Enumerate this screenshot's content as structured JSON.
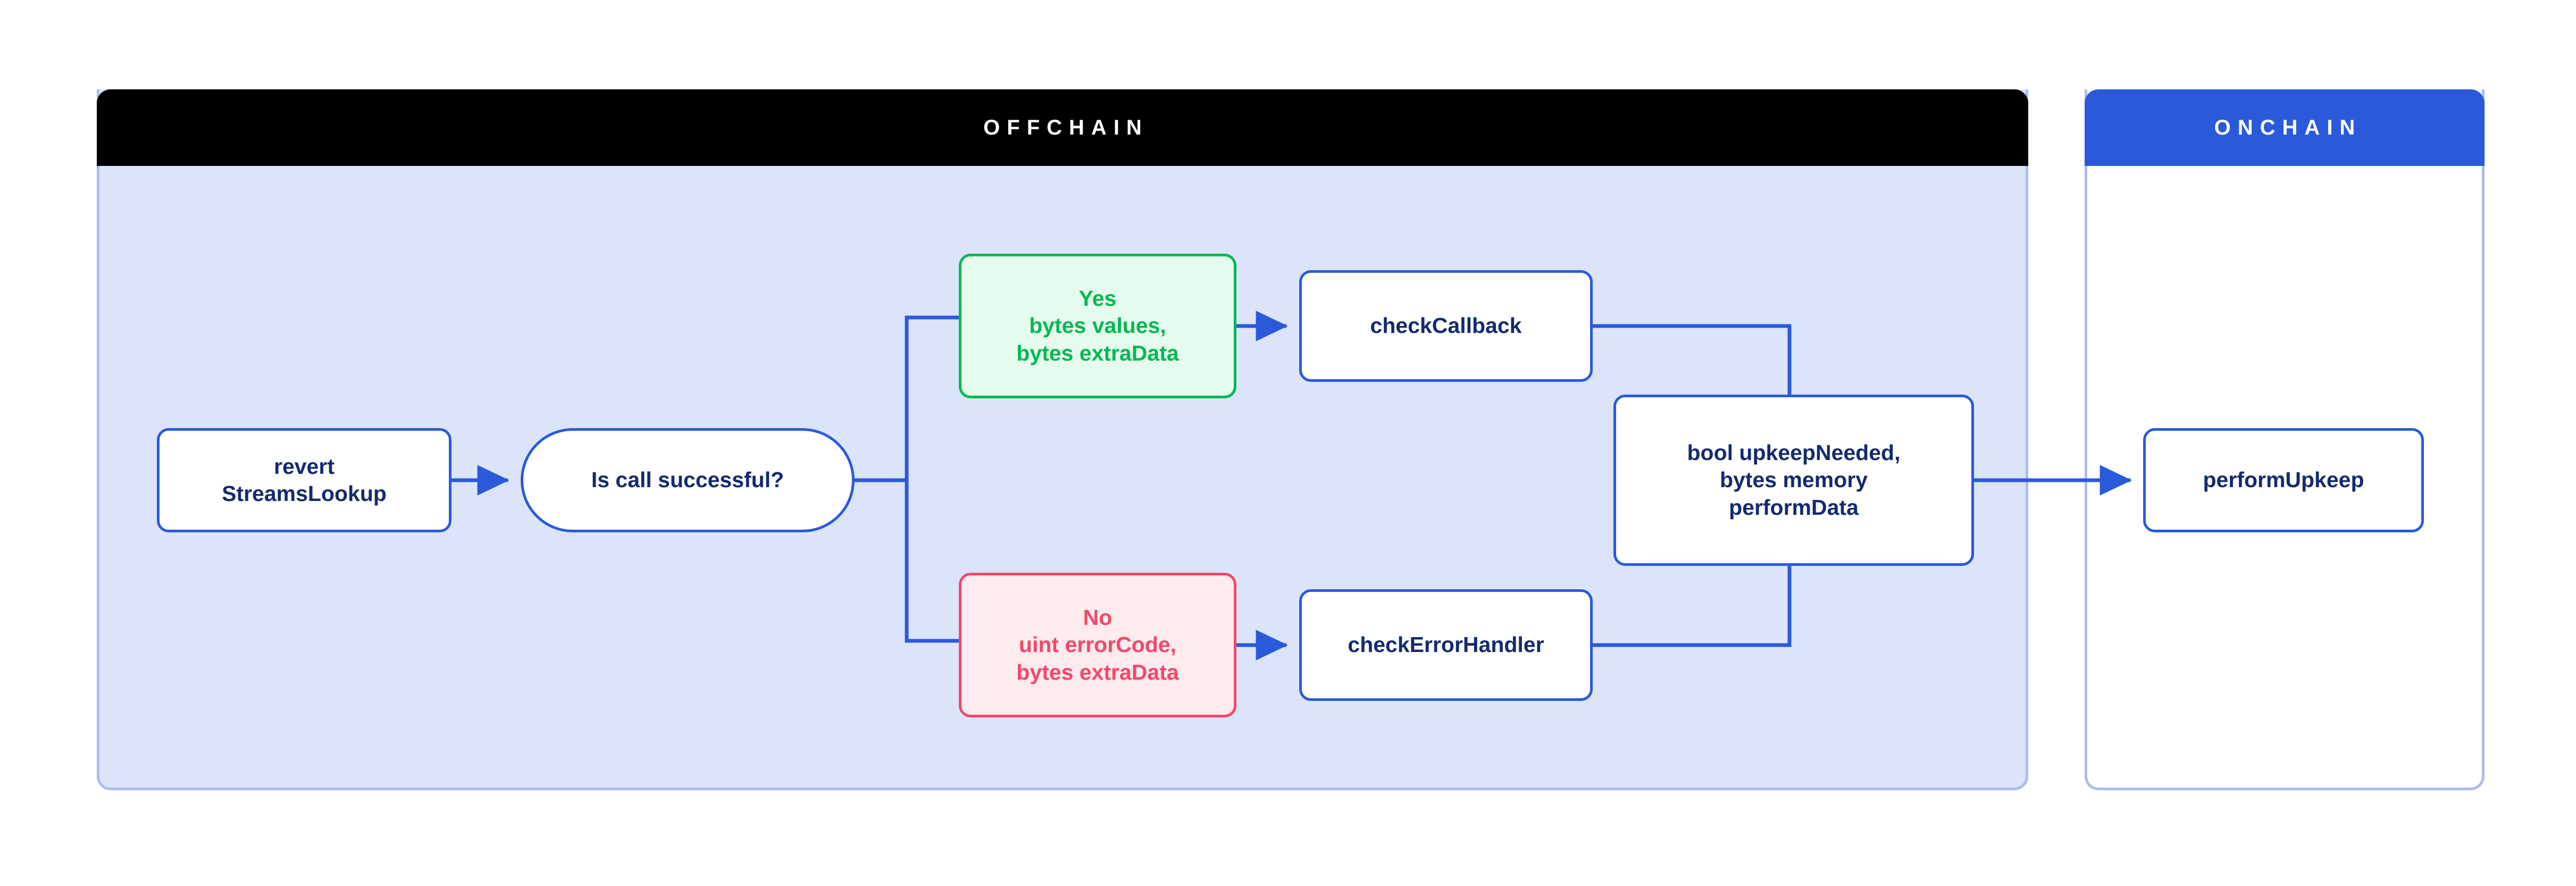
{
  "diagram": {
    "title": "Chainlink Automation StreamsLookup offchain/onchain flow",
    "colors": {
      "offchain_header_bg": "#000000",
      "onchain_header_bg": "#2a5ada",
      "offchain_panel_bg": "#dbe4f9",
      "onchain_panel_bg": "#ffffff",
      "panel_border": "#aabdf0",
      "node_border": "#2a5ada",
      "node_text": "#142a6e",
      "edge": "#2a5ada",
      "yes_border": "#00b950",
      "yes_bg": "#e4fbee",
      "yes_text": "#00b950",
      "no_border": "#f4476a",
      "no_bg": "#fdebee",
      "no_text": "#f4476a"
    }
  },
  "panels": [
    {
      "id": "offchain",
      "header": "OFFCHAIN"
    },
    {
      "id": "onchain",
      "header": "ONCHAIN"
    }
  ],
  "nodes": [
    {
      "id": "revert",
      "label": "revert\nStreamsLookup",
      "shape": "box",
      "panel": "offchain"
    },
    {
      "id": "decision",
      "label": "Is call successful?",
      "shape": "pill",
      "panel": "offchain"
    },
    {
      "id": "yes",
      "label": "Yes\nbytes values,\nbytes extraData",
      "shape": "box",
      "panel": "offchain",
      "variant": "success"
    },
    {
      "id": "no",
      "label": "No\nuint errorCode,\nbytes extraData",
      "shape": "box",
      "panel": "offchain",
      "variant": "error"
    },
    {
      "id": "check_callback",
      "label": "checkCallback",
      "shape": "box",
      "panel": "offchain"
    },
    {
      "id": "check_errorhandler",
      "label": "checkErrorHandler",
      "shape": "box",
      "panel": "offchain"
    },
    {
      "id": "merge",
      "label": "bool upkeepNeeded,\nbytes memory\nperformData",
      "shape": "box",
      "panel": "offchain"
    },
    {
      "id": "perform_upkeep",
      "label": "performUpkeep",
      "shape": "box",
      "panel": "onchain"
    }
  ],
  "edges": [
    {
      "from": "revert",
      "to": "decision",
      "arrow": true
    },
    {
      "from": "decision",
      "to": "yes",
      "arrow": false,
      "branch": "Yes"
    },
    {
      "from": "decision",
      "to": "no",
      "arrow": false,
      "branch": "No"
    },
    {
      "from": "yes",
      "to": "check_callback",
      "arrow": true
    },
    {
      "from": "no",
      "to": "check_errorhandler",
      "arrow": true
    },
    {
      "from": "check_callback",
      "to": "merge",
      "arrow": false
    },
    {
      "from": "check_errorhandler",
      "to": "merge",
      "arrow": false
    },
    {
      "from": "merge",
      "to": "perform_upkeep",
      "arrow": true
    }
  ]
}
